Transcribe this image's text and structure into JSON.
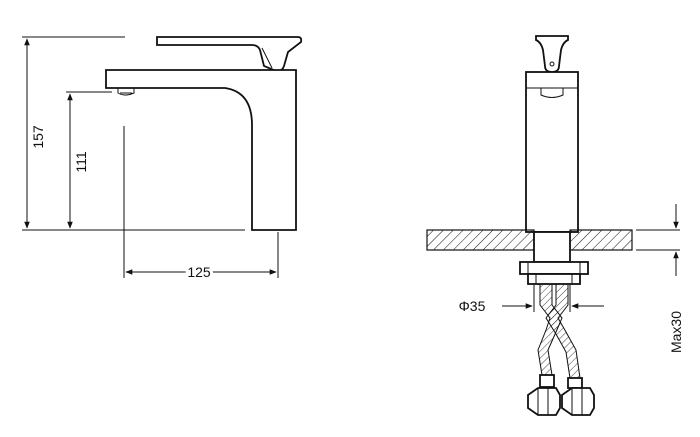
{
  "dimensions": {
    "overall_height": "157",
    "spout_height": "111",
    "spout_reach": "125",
    "hole_diameter": "Φ35",
    "deck_thickness": "Max30"
  },
  "colors": {
    "line": "#111111",
    "background": "#ffffff"
  }
}
